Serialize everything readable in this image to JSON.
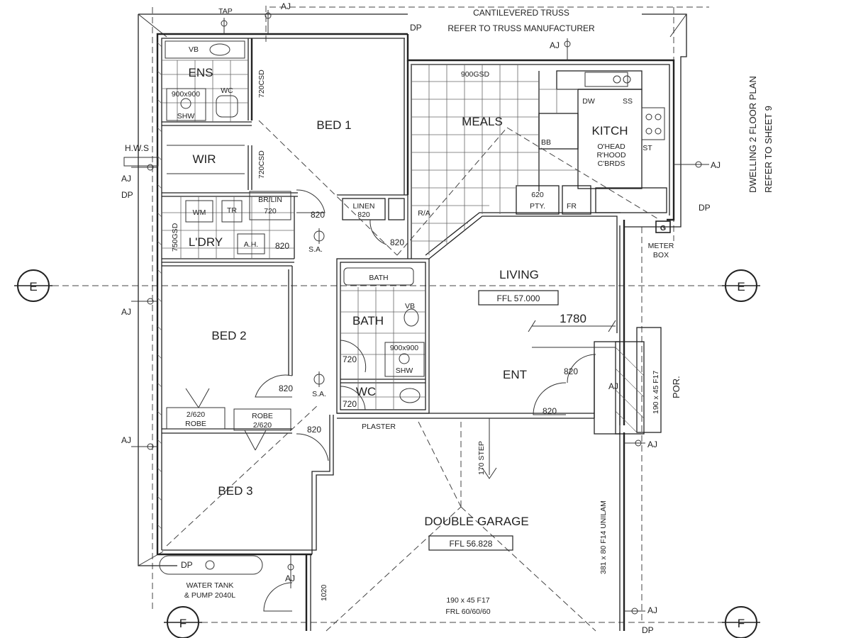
{
  "header": {
    "truss_line1": "CANTILEVERED TRUSS",
    "truss_line2": "REFER TO TRUSS MANUFACTURER"
  },
  "side_note": {
    "line1": "DWELLING 2 FLOOR PLAN",
    "line2": "REFER TO SHEET 9"
  },
  "rooms": {
    "ens": "ENS",
    "bed1": "BED 1",
    "wir": "WIR",
    "meals": "MEALS",
    "kitch": "KITCH",
    "ldry": "L'DRY",
    "living": "LIVING",
    "bath": "BATH",
    "bed2": "BED 2",
    "ent": "ENT",
    "wc": "WC",
    "bed3": "BED 3",
    "garage": "DOUBLE GARAGE",
    "por": "POR."
  },
  "levels": {
    "living_ffl": "FFL 57.000",
    "garage_ffl": "FFL 56.828"
  },
  "fixtures": {
    "vb_ens": "VB",
    "shw_ens": "900x900",
    "shw_ens2": "SHW",
    "wc_ens": "WC",
    "ens_door": "720CSD",
    "wir_door": "720CSD",
    "tap": "TAP",
    "hws": "H.W.S",
    "meals_door": "900GSD",
    "dw": "DW",
    "ss": "SS",
    "st": "ST",
    "bb": "BB",
    "ohead1": "O'HEAD",
    "ohead2": "R'HOOD",
    "ohead3": "C'BRDS",
    "pty1": "620",
    "pty2": "PTY.",
    "fr": "FR",
    "wm": "WM",
    "tr": "TR",
    "brlin1": "BR/LIN",
    "brlin2": "720",
    "linen1": "LINEN",
    "linen2": "820",
    "ra": "R/A",
    "ldry_door": "750GSD",
    "ah": "A.H.",
    "bath_tub": "BATH",
    "vb_bath": "VB",
    "shw_bath": "900x900",
    "shw_bath2": "SHW",
    "robe1a": "2/620",
    "robe1b": "ROBE",
    "robe2a": "ROBE",
    "robe2b": "2/620",
    "plaster": "PLASTER",
    "step": "170 STEP",
    "meter1": "METER",
    "meter2": "BOX",
    "water1": "WATER TANK",
    "water2": "& PUMP 2040L",
    "beam_side": "381 x 80 F14 UNILAM",
    "beam_por": "190 x 45 F17",
    "beam_front1": "190 x 45 F17",
    "beam_front2": "FRL 60/60/60"
  },
  "dimensions": {
    "d820_bed1": "820",
    "d820_linen": "820",
    "d820_ldry": "820",
    "d820_bed2": "820",
    "d820_bed3": "820",
    "d820_ent1": "820",
    "d820_ent2": "820",
    "d720_bath": "720",
    "d720_wc": "720",
    "d1780": "1780",
    "d1020": "1020"
  },
  "markers": {
    "aj": "AJ",
    "dp": "DP",
    "sa": "S.A.",
    "grid_e": "E",
    "grid_f": "F",
    "g": "G"
  }
}
